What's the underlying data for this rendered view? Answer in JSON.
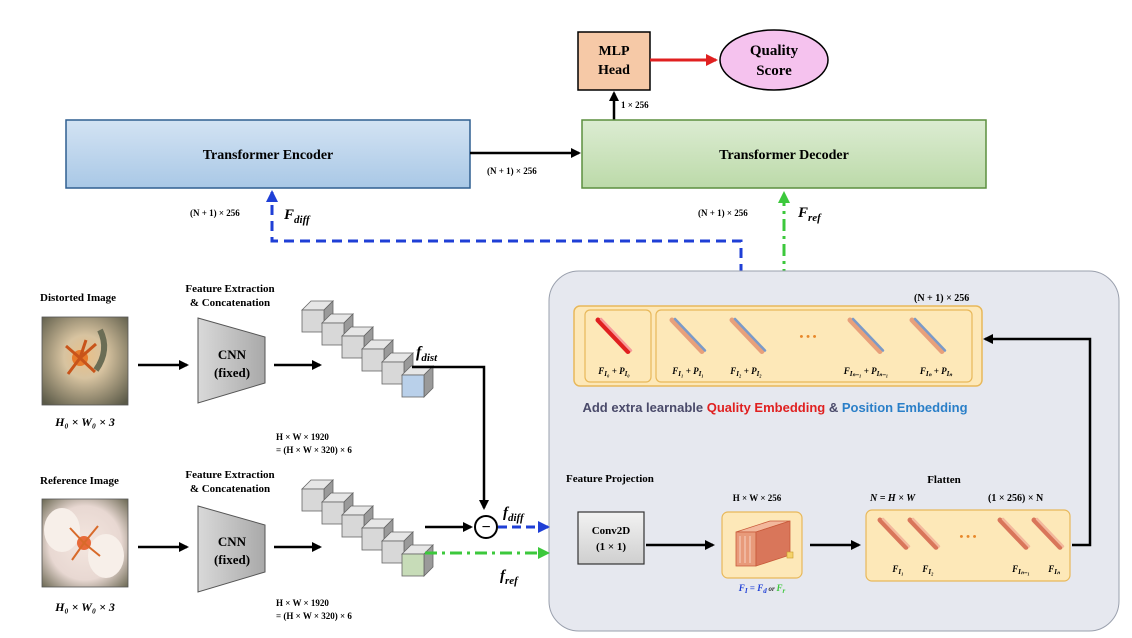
{
  "mlp_head": {
    "line1": "MLP",
    "line2": "Head"
  },
  "quality_score": {
    "line1": "Quality",
    "line2": "Score"
  },
  "dim_mlp": "1 × 256",
  "encoder": {
    "label": "Transformer  Encoder"
  },
  "decoder": {
    "label": "Transformer  Decoder"
  },
  "dim_enc_dec": "(N + 1) × 256",
  "dim_enc_in": "(N + 1) × 256",
  "f_diff_upper": {
    "base": "F",
    "sub": "diff"
  },
  "dim_dec_in": "(N + 1) × 256",
  "f_ref_upper": {
    "base": "F",
    "sub": "ref"
  },
  "distorted": {
    "title": "Distorted Image",
    "fe_line1": "Feature Extraction",
    "fe_line2": "& Concatenation",
    "cnn_line1": "CNN",
    "cnn_line2": "(fixed)",
    "size": "H₀ × W₀ × 3",
    "feat_dim1": "H × W × 1920",
    "feat_dim2": "= (H × W × 320) × 6",
    "f_label": {
      "base": "f",
      "sub": "dist"
    }
  },
  "reference": {
    "title": "Reference Image",
    "fe_line1": "Feature Extraction",
    "fe_line2": "& Concatenation",
    "cnn_line1": "CNN",
    "cnn_line2": "(fixed)",
    "size": "H₀ × W₀ × 3",
    "feat_dim1": "H × W × 1920",
    "feat_dim2": "= (H × W × 320) × 6",
    "f_label": {
      "base": "f",
      "sub": "ref"
    }
  },
  "subtract_symbol": "−",
  "f_diff_lower": {
    "base": "f",
    "sub": "diff"
  },
  "embedding_panel": {
    "dim": "(N + 1) × 256",
    "tokens": [
      {
        "f": "F",
        "fsub": "I₀",
        "p": "P",
        "psub": "I₀"
      },
      {
        "f": "F",
        "fsub": "I₁",
        "p": "P",
        "psub": "I₁"
      },
      {
        "f": "F",
        "fsub": "I₂",
        "p": "P",
        "psub": "I₂"
      },
      {
        "f": "F",
        "fsub": "Iₙ₋₁",
        "p": "P",
        "psub": "Iₙ₋₁"
      },
      {
        "f": "F",
        "fsub": "Iₙ",
        "p": "P",
        "psub": "Iₙ"
      }
    ],
    "ellipsis": "• • •",
    "caption_pre": "Add extra learnable ",
    "caption_quality": "Quality Embedding",
    "caption_amp": " & ",
    "caption_position": "Position Embedding",
    "caption_colors": {
      "quality": "#e02020",
      "position": "#2a7fc8",
      "text": "#4a4a6a"
    }
  },
  "projection": {
    "title": "Feature Projection",
    "conv_line1": "Conv2D",
    "conv_line2": "(1 × 1)",
    "cube_dim": "H × W × 256",
    "cube_caption": {
      "pre": "F",
      "pre_sub": "I",
      "eq": " = ",
      "d": "F",
      "d_sub": "d",
      "or": " or ",
      "r": "F",
      "r_sub": "r"
    }
  },
  "flatten": {
    "title": "Flatten",
    "n_eq": "N = H × W",
    "dim": "(1 × 256) × N",
    "labels": [
      {
        "base": "F",
        "sub": "I₁"
      },
      {
        "base": "F",
        "sub": "I₂"
      },
      {
        "base": "F",
        "sub": "Iₙ₋₁"
      },
      {
        "base": "F",
        "sub": "Iₙ"
      }
    ],
    "ellipsis": "• • •"
  },
  "colors": {
    "encoder_fill": "#bcd5ec",
    "decoder_fill": "#c9e2bd",
    "mlp_fill": "#f6c9a7",
    "score_fill": "#f5c2ee",
    "panel_fill": "#e6e8ef",
    "yellow_fill": "#fde8b8",
    "blue_arrow": "#1f3fd6",
    "green_arrow": "#3cc83c",
    "red_arrow": "#e02020"
  }
}
